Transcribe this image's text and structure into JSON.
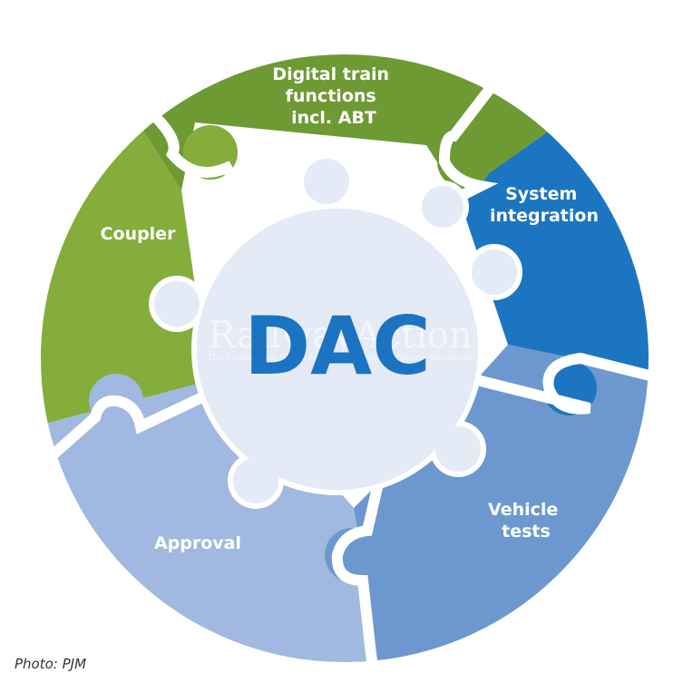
{
  "center": {
    "label": "DAC"
  },
  "segments": [
    {
      "key": "digital",
      "lines": [
        "Digital train",
        "functions",
        "incl. ABT"
      ]
    },
    {
      "key": "system",
      "lines": [
        "System",
        "integration"
      ]
    },
    {
      "key": "vehicle",
      "lines": [
        "Vehicle",
        "tests"
      ]
    },
    {
      "key": "approval",
      "lines": [
        "Approval"
      ]
    },
    {
      "key": "coupler",
      "lines": [
        "Coupler"
      ]
    }
  ],
  "colors": {
    "digital": "#6e9a34",
    "system": "#1c75c0",
    "vehicle": "#6c98cf",
    "approval": "#a1b8e0",
    "coupler": "#84ad3c",
    "center_fill": "#e4eaf6",
    "center_text": "#1b73c2"
  },
  "watermark": {
    "main": "RailwayAction",
    "sub": "The Professional Online Magazine Of Railway Action Worldwide"
  },
  "credit": "Photo: PJM"
}
